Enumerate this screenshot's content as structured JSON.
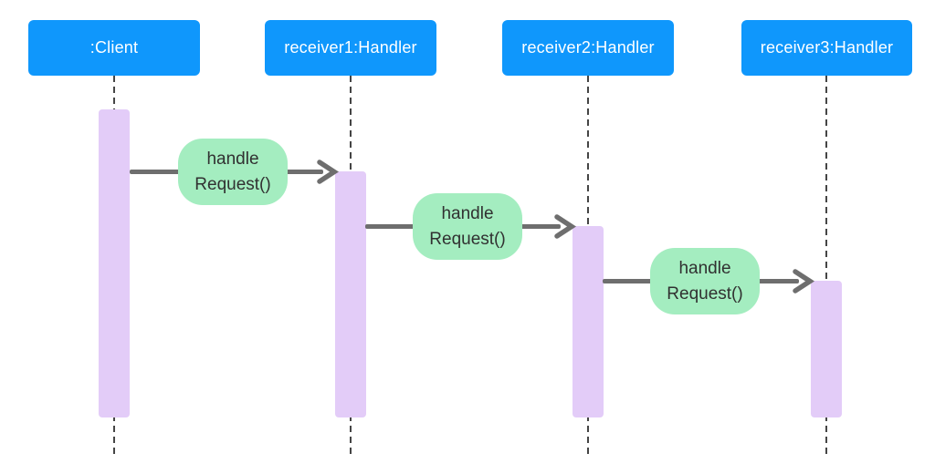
{
  "diagram": {
    "type": "uml-sequence-diagram",
    "pattern": "chain-of-responsibility"
  },
  "lifelines": [
    {
      "label": ":Client"
    },
    {
      "label": "receiver1:Handler"
    },
    {
      "label": "receiver2:Handler"
    },
    {
      "label": "receiver3:Handler"
    }
  ],
  "messages": [
    {
      "from": ":Client",
      "to": "receiver1:Handler",
      "label_line1": "handle",
      "label_line2": "Request()"
    },
    {
      "from": "receiver1:Handler",
      "to": "receiver2:Handler",
      "label_line1": "handle",
      "label_line2": "Request()"
    },
    {
      "from": "receiver2:Handler",
      "to": "receiver3:Handler",
      "label_line1": "handle",
      "label_line2": "Request()"
    }
  ],
  "colors": {
    "header_bg": "#0f97fc",
    "header_text": "#ffffff",
    "activation": "#e3ccf8",
    "message_bg": "#a4edc0",
    "message_text": "#313131",
    "arrow": "#6e6e6e",
    "lifeline": "#454545",
    "background": "#ffffff"
  }
}
